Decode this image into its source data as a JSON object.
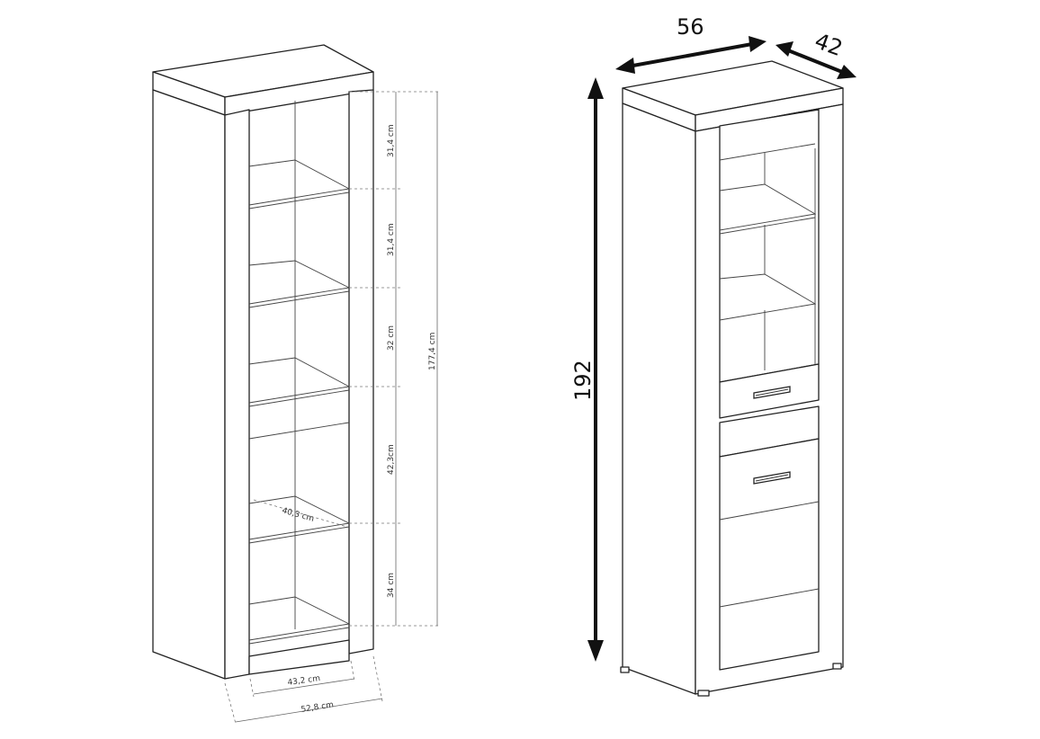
{
  "left_cabinet": {
    "dims": {
      "d1": "31,4 cm",
      "d2": "31,4 cm",
      "d3": "32 cm",
      "d4": "42,3cm",
      "d5": "34 cm",
      "total": "177,4 cm",
      "depth_inner": "40,3 cm",
      "width_inner": "43,2 cm",
      "width_outer": "52,8 cm"
    }
  },
  "right_cabinet": {
    "dims": {
      "width": "56",
      "depth": "42",
      "height": "192"
    }
  }
}
